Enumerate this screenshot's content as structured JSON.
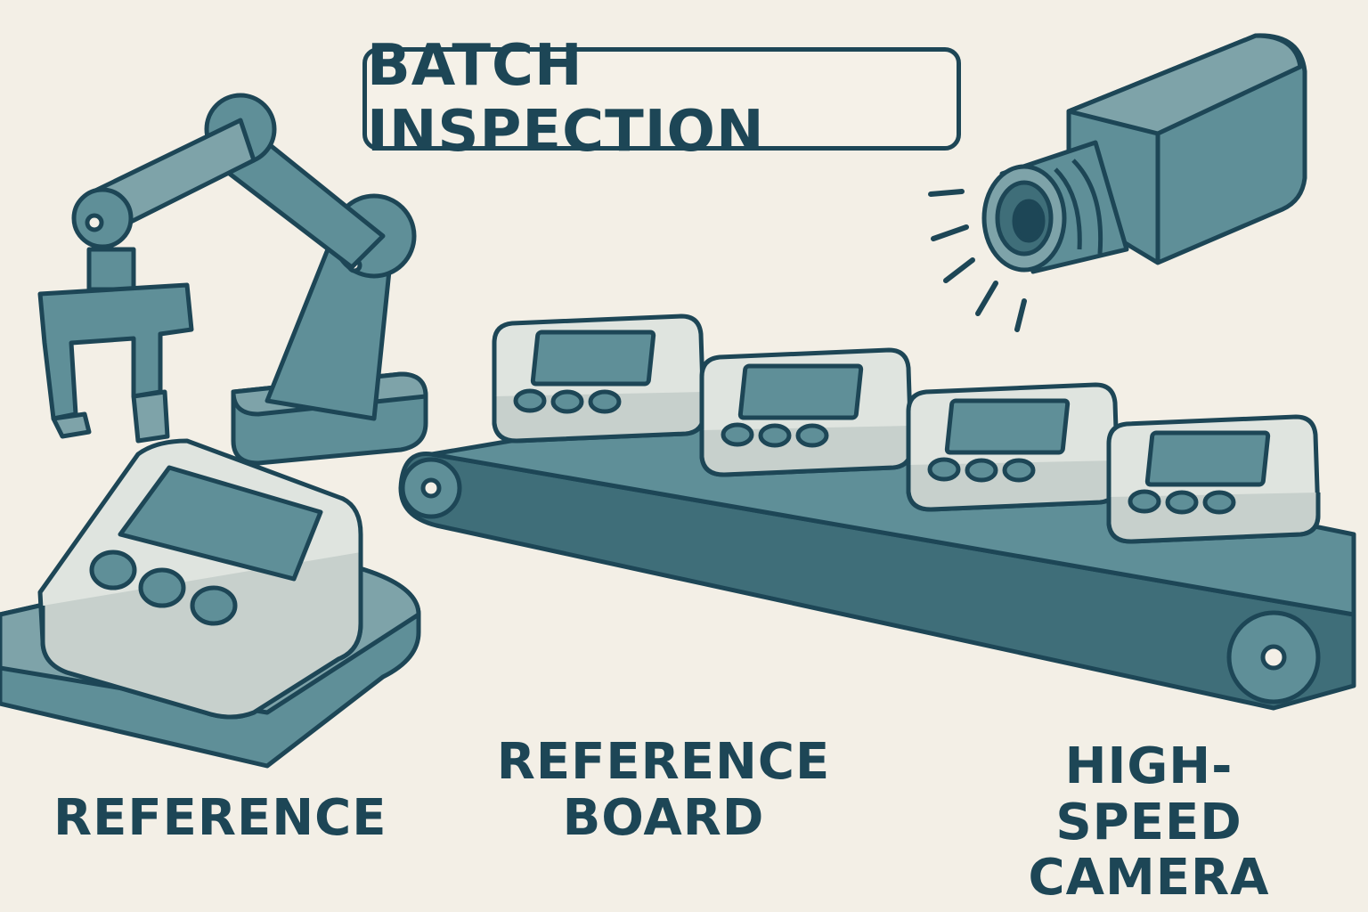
{
  "title": "BATCH INSPECTION",
  "labels": {
    "reference": "REFERENCE",
    "reference_board_line1": "REFERENCE",
    "reference_board_line2": "BOARD",
    "camera_line1": "HIGH-SPEED",
    "camera_line2": "CAMERA"
  },
  "colors": {
    "background": "#f3efe6",
    "ink": "#1d4656",
    "teal": "#5f8f98",
    "teal_dark": "#3f6e79",
    "device_body": "#dfe4df"
  },
  "icons": [
    "robot-arm-icon",
    "conveyor-belt-icon",
    "device-icon",
    "camera-icon"
  ]
}
